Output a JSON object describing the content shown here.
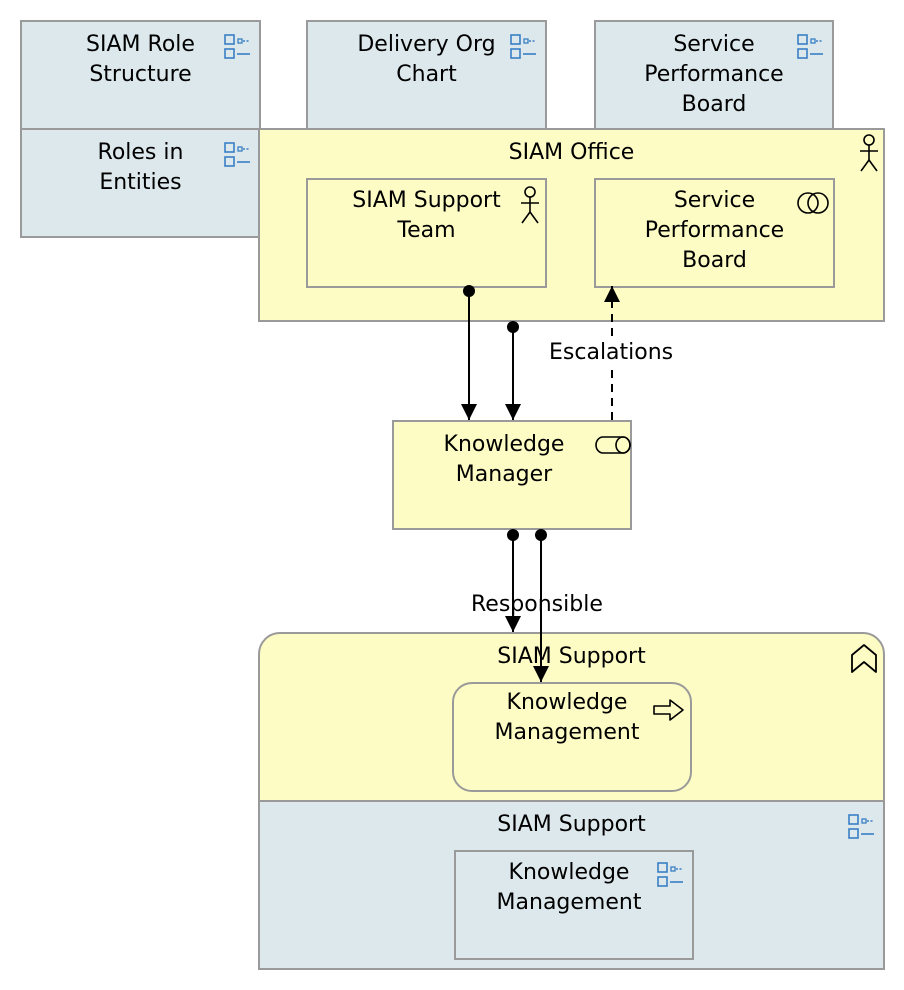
{
  "views": {
    "role_structure": {
      "line1": "SIAM Role",
      "line2": "Structure",
      "icon": "view-icon"
    },
    "delivery_org": {
      "line1": "Delivery Org",
      "line2": "Chart",
      "icon": "view-icon"
    },
    "service_perf_view": {
      "line1": "Service",
      "line2": "Performance",
      "line3": "Board",
      "icon": "view-icon"
    },
    "roles_entities": {
      "line1": "Roles in",
      "line2": "Entities",
      "icon": "view-icon"
    }
  },
  "siam_office": {
    "label": "SIAM Office",
    "icon": "actor-icon",
    "support_team": {
      "line1": "SIAM Support",
      "line2": "Team",
      "icon": "actor-icon"
    },
    "service_board": {
      "line1": "Service",
      "line2": "Performance",
      "line3": "Board",
      "icon": "collaboration-icon"
    }
  },
  "knowledge_manager": {
    "line1": "Knowledge",
    "line2": "Manager",
    "icon": "role-icon"
  },
  "siam_support_function": {
    "label": "SIAM Support",
    "icon": "function-icon",
    "process": {
      "line1": "Knowledge",
      "line2": "Management",
      "icon": "process-icon"
    }
  },
  "siam_support_view": {
    "label": "SIAM Support",
    "icon": "view-icon",
    "process": {
      "line1": "Knowledge",
      "line2": "Management",
      "icon": "view-icon"
    }
  },
  "connections": {
    "escalations": "Escalations",
    "responsible": "Responsible"
  },
  "colors": {
    "view_fill": "#dce8ec",
    "business_fill": "#fdfcc4",
    "border": "#9a9a9a",
    "icon_blue": "#3a7fc4"
  }
}
